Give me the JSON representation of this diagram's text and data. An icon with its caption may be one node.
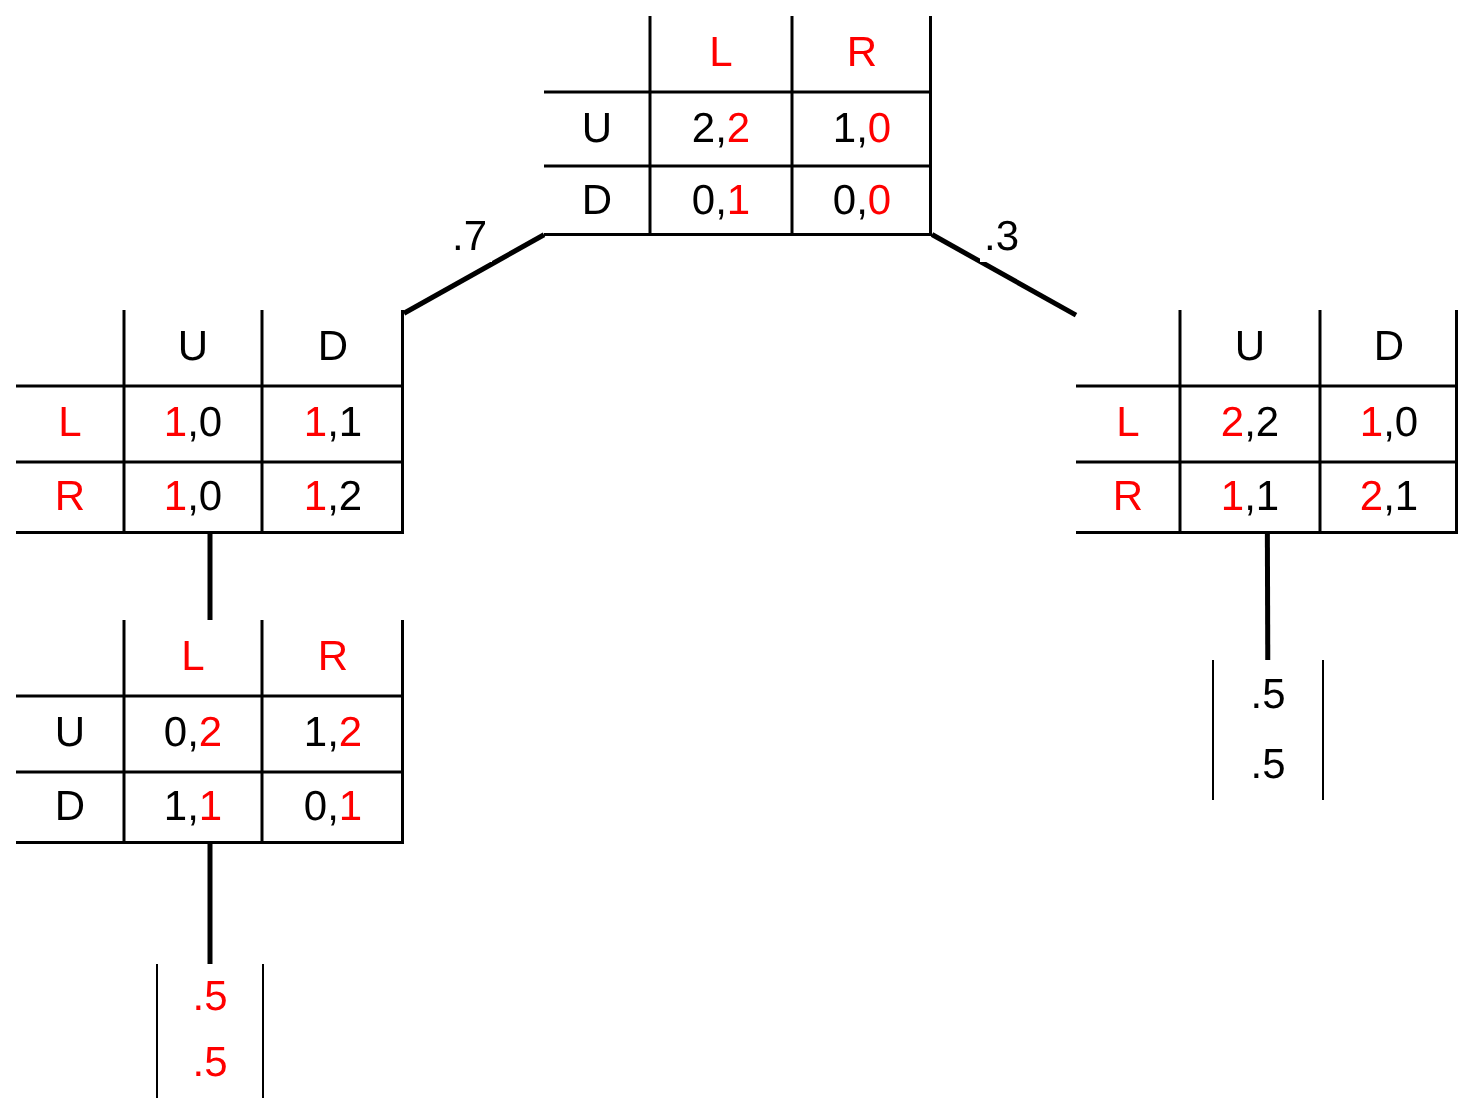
{
  "diagram": {
    "nodes": [
      {
        "text": [
          "L",
          "R",
          "U",
          "2,2",
          "1,0",
          "D",
          "0,1",
          "0,0"
        ]
      },
      {
        "text": [
          "U",
          "D",
          "L",
          "1,0",
          "1,1",
          "R",
          "1,0",
          "1,2"
        ]
      },
      {
        "text": [
          "U",
          "D",
          "L",
          "2,2",
          "1,0",
          "R",
          "1,1",
          "2,1"
        ]
      },
      {
        "text": [
          "L",
          "R",
          "U",
          "0,2",
          "1,2",
          "D",
          "1,1",
          "0,1"
        ]
      },
      {
        "text": [
          ".5",
          ".5"
        ]
      },
      {
        "text": [
          ".5",
          ".5"
        ]
      }
    ],
    "edges": [
      {
        "from": 0,
        "to": 1,
        "arrow": "none",
        "label": ".7"
      },
      {
        "from": 0,
        "to": 2,
        "arrow": "none",
        "label": ".3"
      },
      {
        "from": 1,
        "to": 3,
        "arrow": "none"
      },
      {
        "from": 2,
        "to": 4,
        "arrow": "none"
      },
      {
        "from": 3,
        "to": 5,
        "arrow": "none"
      }
    ]
  }
}
